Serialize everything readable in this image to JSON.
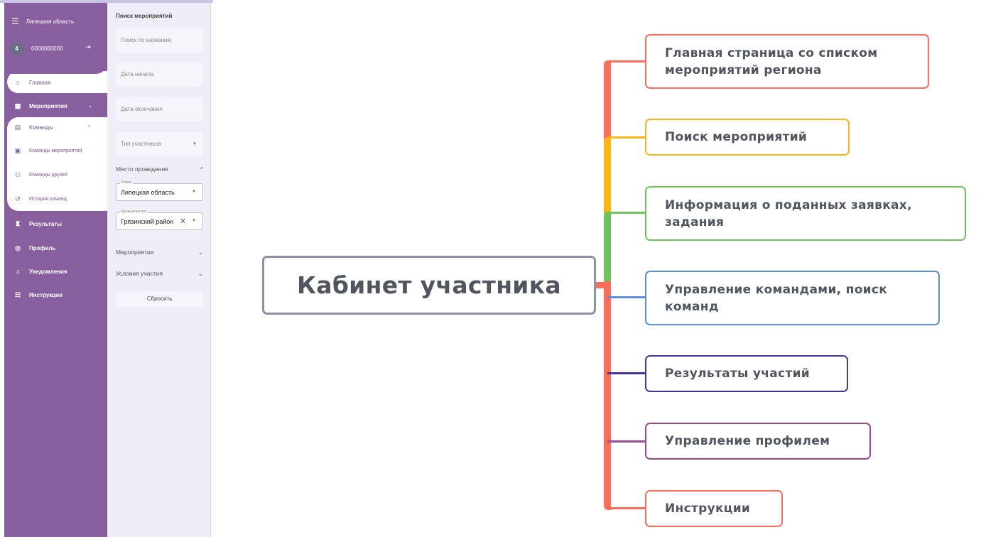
{
  "sidebar": {
    "region_title": "Липецкая область",
    "avatar_letter": "4",
    "user_id": "0000000000",
    "items": [
      {
        "label": "Главная",
        "icon": "home-icon"
      },
      {
        "label": "Мероприятия",
        "icon": "calendar-icon"
      },
      {
        "label": "Команды",
        "icon": "document-icon"
      },
      {
        "label": "Команды мероприятий",
        "icon": "calendar-team-icon"
      },
      {
        "label": "Команды друзей",
        "icon": "people-icon"
      },
      {
        "label": "История команд",
        "icon": "history-icon"
      },
      {
        "label": "Результаты",
        "icon": "trophy-icon"
      },
      {
        "label": "Профиль",
        "icon": "user-circle-icon"
      },
      {
        "label": "Уведомления",
        "icon": "bell-icon"
      },
      {
        "label": "Инструкции",
        "icon": "list-icon"
      }
    ]
  },
  "filter": {
    "title": "Поиск мероприятий",
    "search_placeholder": "Поиск по названию",
    "date_start_placeholder": "Дата начала",
    "date_end_placeholder": "Дата окончания",
    "participant_type_placeholder": "Тип участников",
    "venue_section": "Место проведения",
    "region_label": "Регион",
    "region_value": "Липецкая область",
    "municipality_label": "Муниципалитет",
    "municipality_value": "Грязинский район",
    "event_section": "Мероприятие",
    "conditions_section": "Условия участия",
    "reset_label": "Сбросить"
  },
  "mindmap": {
    "root": "Кабинет участника",
    "root_color": "#8a93a3",
    "branches": [
      {
        "label": "Главная страница со списком мероприятий региона",
        "color": "#fa6e5a"
      },
      {
        "label": "Поиск мероприятий",
        "color": "#fdb515"
      },
      {
        "label": "Информация о поданных заявках, задания",
        "color": "#6cc45a"
      },
      {
        "label": "Управление командами, поиск команд",
        "color": "#5b8fd8"
      },
      {
        "label": "Результаты участий",
        "color": "#4a3596"
      },
      {
        "label": "Управление профилем",
        "color": "#9a4a8e"
      },
      {
        "label": "Инструкции",
        "color": "#fa6e5a"
      }
    ]
  }
}
